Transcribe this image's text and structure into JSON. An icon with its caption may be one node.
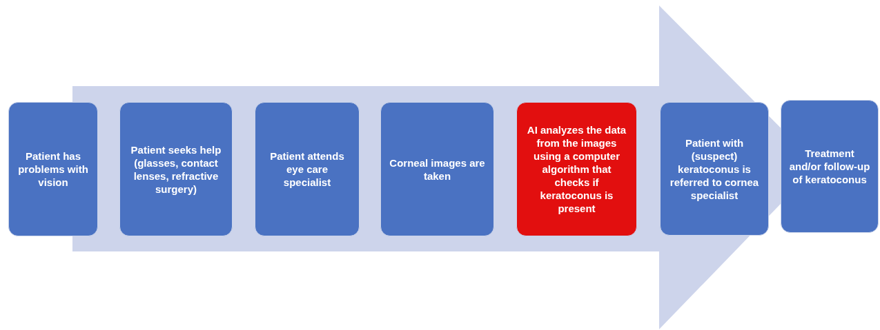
{
  "diagram": {
    "nodes": [
      {
        "text": [
          "Patient has problems with vision"
        ]
      },
      {
        "text": [
          "Patient seeks help (glasses, contact lenses, refractive surgery)"
        ]
      },
      {
        "text": [
          "Patient attends eye care specialist"
        ]
      },
      {
        "text": [
          "Corneal images are taken"
        ]
      },
      {
        "text": [
          "AI analyzes the data from the images using a computer algorithm that checks if keratoconus is present"
        ]
      },
      {
        "text": [
          "Patient with (suspect) keratoconus is referred to cornea specialist"
        ]
      },
      {
        "text": [
          "Treatment and/or follow-up of keratoconus"
        ]
      }
    ]
  }
}
